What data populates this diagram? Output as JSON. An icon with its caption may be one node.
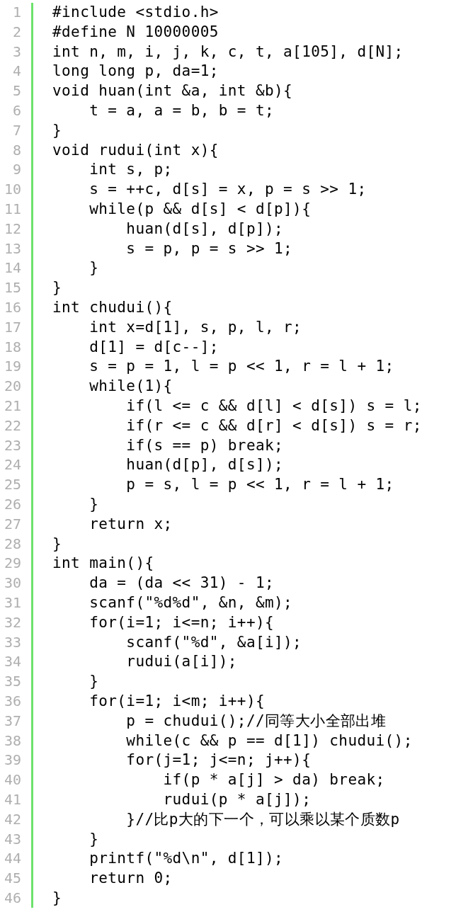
{
  "diagram": {
    "labels": [
      "1",
      "#include <stdio.h>",
      "2",
      "#define N 10000005",
      "3",
      "int n, m, i, j, k, c, t, a[105], d[N];",
      "4",
      "long long p, da=1;",
      "5",
      "void huan(int &a, int &b){",
      "6",
      "    t = a, a = b, b = t;",
      "7",
      "}",
      "8",
      "void rudui(int x){",
      "9",
      "    int s, p;",
      "10",
      "    s = ++c, d[s] = x, p = s >> 1;",
      "11",
      "    while(p && d[s] < d[p]){",
      "12",
      "        huan(d[s], d[p]);",
      "13",
      "        s = p, p = s >> 1;",
      "14",
      "    }",
      "15",
      "}",
      "16",
      "int chudui(){",
      "17",
      "    int x=d[1], s, p, l, r;",
      "18",
      "    d[1] = d[c--];",
      "19",
      "    s = p = 1, l = p << 1, r = l + 1;",
      "20",
      "    while(1){",
      "21",
      "        if(l <= c && d[l] < d[s]) s = l;",
      "22",
      "        if(r <= c && d[r] < d[s]) s = r;",
      "23",
      "        if(s == p) break;",
      "24",
      "        huan(d[p], d[s]);",
      "25",
      "        p = s, l = p << 1, r = l + 1;",
      "26",
      "    }",
      "27",
      "    return x;",
      "28",
      "}",
      "29",
      "int main(){",
      "30",
      "    da = (da << 31) - 1;",
      "31",
      "    scanf(\"%d%d\", &n, &m);",
      "32",
      "    for(i=1; i<=n; i++){",
      "33",
      "        scanf(\"%d\", &a[i]);",
      "34",
      "        rudui(a[i]);",
      "35",
      "    }",
      "36",
      "    for(i=1; i<m; i++){",
      "37",
      "        p = chudui();//同等大小全部出堆",
      "38",
      "        while(c && p == d[1]) chudui();",
      "39",
      "        for(j=1; j<=n; j++){",
      "40",
      "            if(p * a[j] > da) break;",
      "41",
      "            rudui(p * a[j]);",
      "42",
      "        }//比p大的下一个，可以乘以某个质数p",
      "43",
      "    }",
      "44",
      "    printf(\"%d\\n\", d[1]);",
      "45",
      "    return 0;",
      "46",
      "}"
    ]
  }
}
